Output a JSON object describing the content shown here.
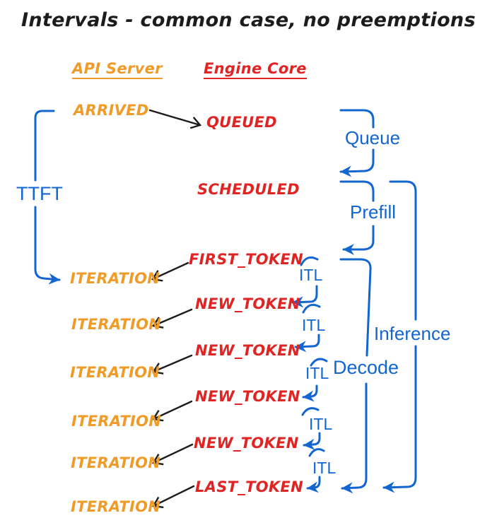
{
  "title": "Intervals - common case, no preemptions",
  "headers": {
    "api_server": "API Server",
    "engine_core": "Engine Core"
  },
  "events": {
    "arrived": "ARRIVED",
    "queued": "QUEUED",
    "scheduled": "SCHEDULED",
    "first_token": "FIRST_TOKEN",
    "new_token": "NEW_TOKEN",
    "last_token": "LAST_TOKEN",
    "iteration": "ITERATION"
  },
  "intervals": {
    "ttft": "TTFT",
    "queue": "Queue",
    "prefill": "Prefill",
    "itl": "ITL",
    "decode": "Decode",
    "inference": "Inference"
  },
  "colors": {
    "blue": "#1365cf",
    "orange": "#f09b28",
    "red": "#e02323",
    "ink": "#1c1c1c",
    "background": "#ffffff"
  }
}
